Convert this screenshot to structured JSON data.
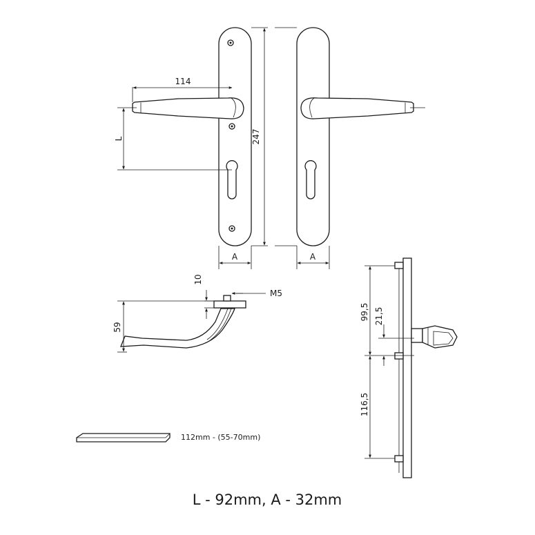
{
  "dimensions": {
    "lever_length": "114",
    "backplate_height": "247",
    "L_label": "L",
    "A_label_left": "A",
    "A_label_right": "A",
    "rose_thickness": "10",
    "thread": "M5",
    "lever_height": "59",
    "side_top": "99,5",
    "side_spindle": "21,5",
    "side_bottom": "116,5"
  },
  "spindle_note": "112mm - (55-70mm)",
  "caption": "L - 92mm, A - 32mm"
}
